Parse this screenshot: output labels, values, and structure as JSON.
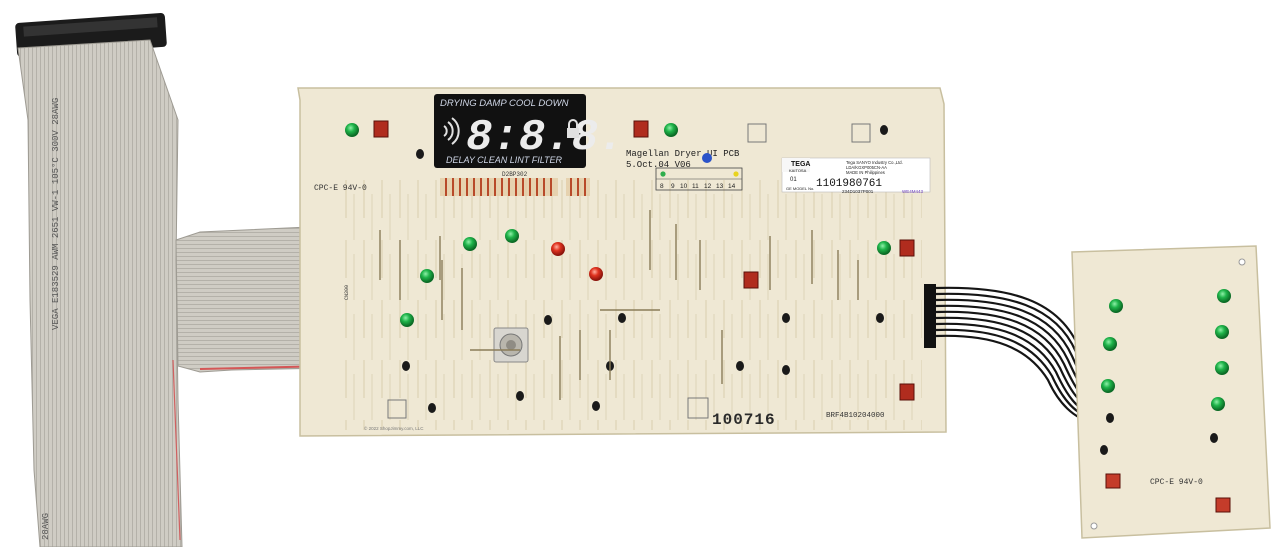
{
  "display": {
    "top_legends": "DRYING DAMP COOL DOWN",
    "digits": "8:8.8.",
    "bottom_legends": "DELAY  CLEAN LINT FILTER"
  },
  "main_board": {
    "pcb_title": "Magellan Dryer UI PCB",
    "pcb_date": "5.Oct.04 V06",
    "rating_mark": "CPC-E 94V-0",
    "part_number": "BRF4B10204000",
    "stamp_number": "100716",
    "copyright": "© 2022 ShopJimmy.com, LLC",
    "connector_label": "CN300",
    "header_label": "D2BP302",
    "numbered_grid": [
      "8",
      "9",
      "10",
      "11",
      "12",
      "13",
      "14"
    ]
  },
  "label_sticker": {
    "brand": "TEGA",
    "sub_brand": "KAITOSA",
    "maker": "Tega SANYO Industry Co.,Ltd.",
    "model": "LDA/KGXP005CN-AA",
    "origin": "MADE IN Philippines",
    "rev": "01",
    "serial": "1101980761",
    "ge_model_label": "GE MODEL No.",
    "ge_model": "234D1037P001",
    "vendor_code": "WE4M443"
  },
  "sub_board": {
    "rating_mark": "CPC-E 94V-0"
  },
  "ribbon_cable": {
    "print_vertical": "VEGA E183529 AWM 2651 VW-1 105°C 300V 28AWG",
    "print_bottom": "28AWG"
  },
  "colors": {
    "board": "#efe8d4",
    "ribbon": "#c9c6bf",
    "led_green": "#16a33c",
    "led_red": "#d3281d",
    "display_bg": "#111111",
    "display_segment": "#e8e8e8"
  }
}
